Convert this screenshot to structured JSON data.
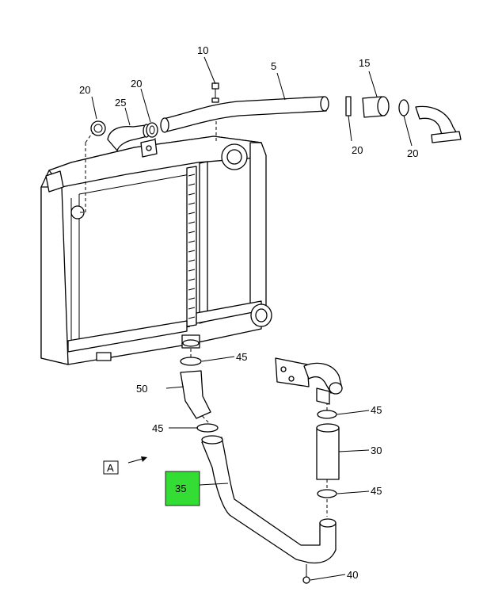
{
  "callouts": {
    "c10": "10",
    "c5": "5",
    "c15": "15",
    "c20a": "20",
    "c20b": "20",
    "c20c": "20",
    "c20d": "20",
    "c25": "25",
    "c45a": "45",
    "c45b": "45",
    "c45c": "45",
    "c45d": "45",
    "c50": "50",
    "c30": "30",
    "c35": "35",
    "c40": "40"
  },
  "view_label": "A",
  "colors": {
    "highlight": "#33dd33",
    "line": "#000000"
  }
}
